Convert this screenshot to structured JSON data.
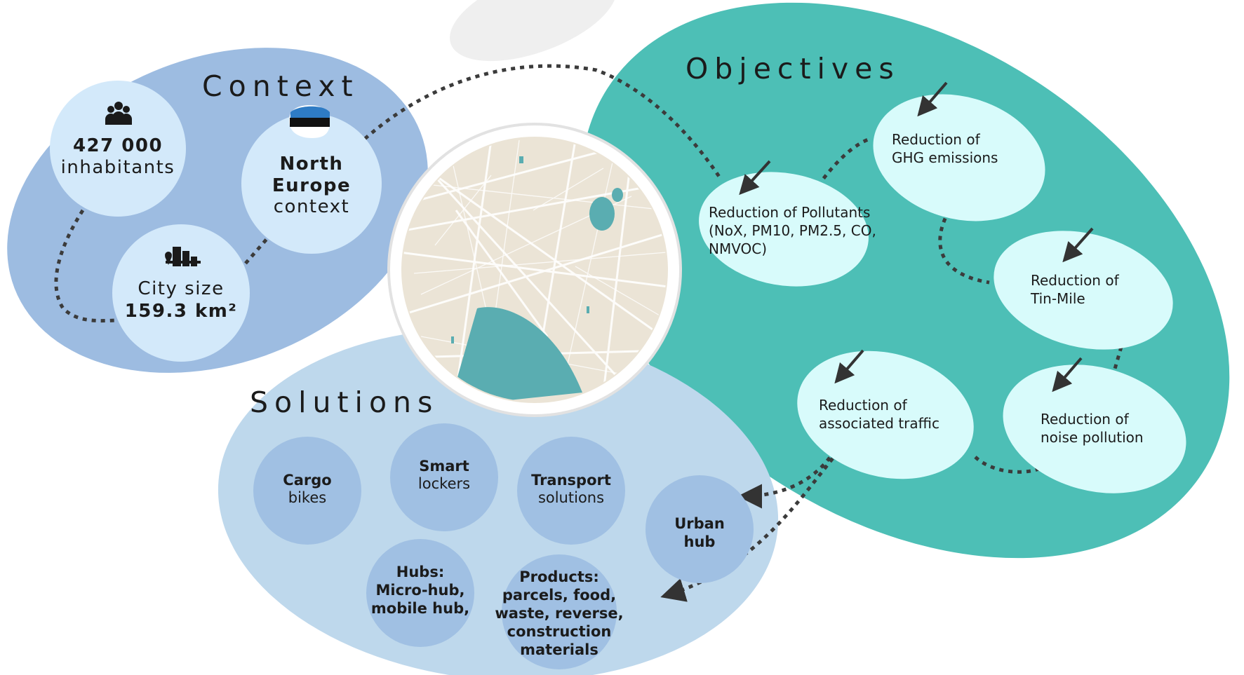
{
  "context": {
    "title": "Context",
    "population": {
      "value": "427 000",
      "label": "inhabitants",
      "icon": "people-group-icon"
    },
    "region": {
      "line1": "North",
      "line2": "Europe",
      "line3": "context",
      "icon": "estonian-flag-icon"
    },
    "city_size": {
      "label": "City size",
      "value": "159.3 km²",
      "icon": "city-buildings-icon"
    }
  },
  "objectives": {
    "title": "Objectives",
    "items": [
      {
        "lines": [
          "Reduction of Pollutants",
          "(NoX, PM10, PM2.5, CO,",
          "NMVOC)"
        ]
      },
      {
        "lines": [
          "Reduction of",
          "GHG emissions"
        ]
      },
      {
        "lines": [
          "Reduction of",
          "Tin-Mile"
        ]
      },
      {
        "lines": [
          "Reduction of",
          "associated traffic"
        ]
      },
      {
        "lines": [
          "Reduction of",
          "noise pollution"
        ]
      }
    ]
  },
  "solutions": {
    "title": "Solutions",
    "items": [
      {
        "bold": "Cargo",
        "normal": "bikes"
      },
      {
        "bold": "Smart",
        "normal": "lockers"
      },
      {
        "bold": "Transport",
        "normal": "solutions"
      },
      {
        "bold": "Urban",
        "bold2": "hub"
      },
      {
        "lines": [
          "Hubs:",
          "Micro-hub,",
          "mobile hub,"
        ]
      },
      {
        "lines": [
          "Products:",
          "parcels, food,",
          "waste, reverse,",
          "construction",
          "materials"
        ]
      }
    ]
  },
  "colors": {
    "context_blob": "#9dbce1",
    "context_circle": "#d3e9fa",
    "objectives_blob": "#4dbfb6",
    "objective_ellipse": "#d8fbfb",
    "solutions_blob": "#bed8ec",
    "solution_circle": "#a0c0e3",
    "map_land": "#ebe4d6",
    "map_water": "#5aadb1",
    "connector": "#3b3b3b"
  }
}
